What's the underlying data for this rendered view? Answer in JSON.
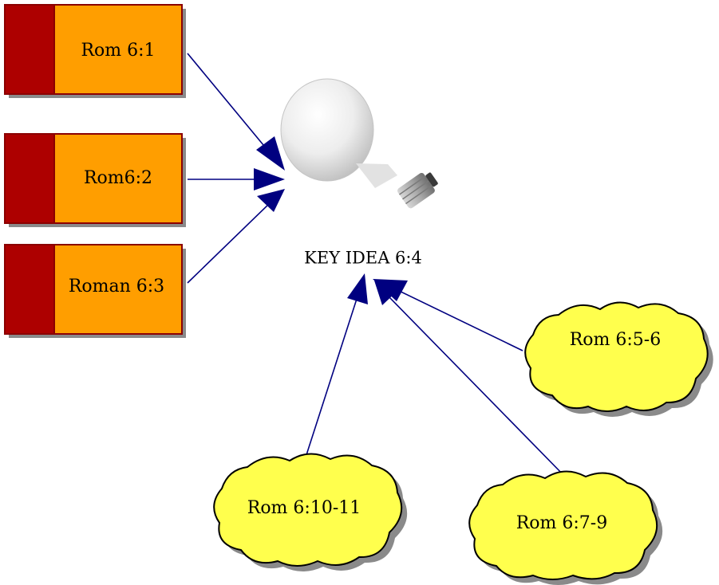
{
  "central_idea": {
    "label": "KEY IDEA 6:4",
    "icon": "lightbulb-icon"
  },
  "box_nodes": [
    {
      "label": "Rom 6:1"
    },
    {
      "label": "Rom6:2"
    },
    {
      "label": "Roman 6:3"
    }
  ],
  "cloud_nodes": [
    {
      "label": "Rom 6:5-6"
    },
    {
      "label": "Rom 6:10-11"
    },
    {
      "label": "Rom 6:7-9"
    }
  ],
  "colors": {
    "box_fill": "#FF9E00",
    "box_tab": "#AD0000",
    "box_border": "#8B0000",
    "cloud_fill": "#FFFF4D",
    "cloud_stroke": "#000000",
    "shadow": "#8A8A8A",
    "arrow": "#000080",
    "background": "#FFFFFF"
  }
}
